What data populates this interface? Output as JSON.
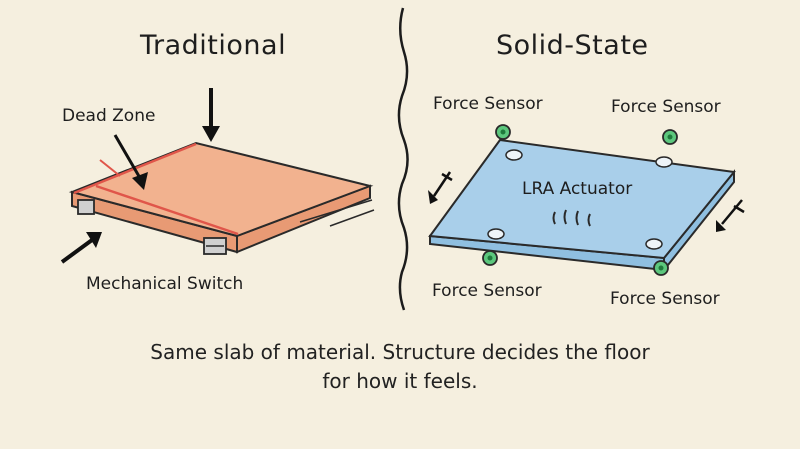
{
  "titles": {
    "left": "Traditional",
    "right": "Solid-State"
  },
  "traditional": {
    "dead_zone": "Dead Zone",
    "mechanical_switch": "Mechanical Switch"
  },
  "solid_state": {
    "force_sensor_top_left": "Force Sensor",
    "force_sensor_top_right": "Force Sensor",
    "force_sensor_bottom_left": "Force Sensor",
    "force_sensor_bottom_right": "Force Sensor",
    "actuator": "LRA Actuator"
  },
  "caption": {
    "line1": "Same slab of material. Structure decides the floor",
    "line2": "for how it feels."
  },
  "colors": {
    "background": "#f5efdf",
    "slab_traditional": "#f2b28f",
    "dead_zone_edge": "#e0564a",
    "slab_solid_state": "#a9cfea",
    "sensor_green": "#5cc77d"
  }
}
